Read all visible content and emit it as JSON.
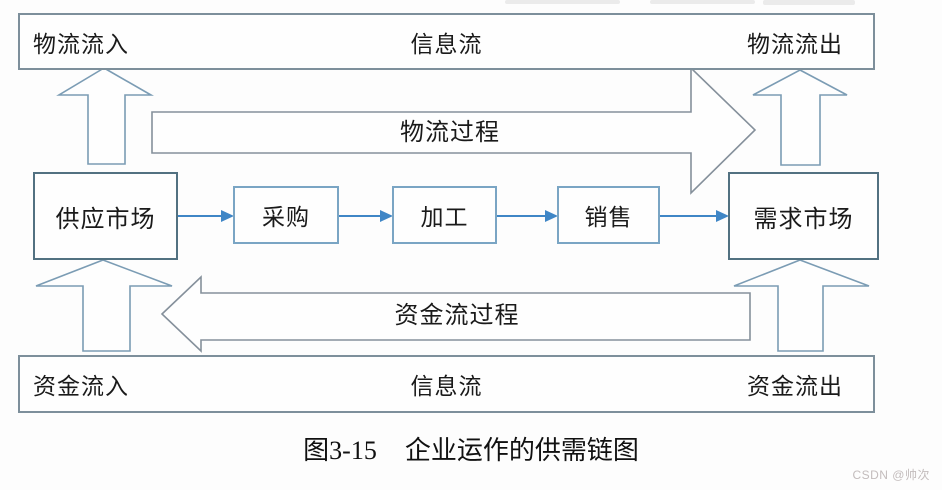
{
  "diagram": {
    "top_bar": {
      "left": "物流流入",
      "center": "信息流",
      "right": "物流流出"
    },
    "bottom_bar": {
      "left": "资金流入",
      "center": "信息流",
      "right": "资金流出"
    },
    "flows": {
      "material_process": "物流过程",
      "capital_process": "资金流过程"
    },
    "nodes": [
      "供应市场",
      "采购",
      "加工",
      "销售",
      "需求市场"
    ],
    "caption": {
      "prefix": "图3-15",
      "title": "企业运作的供需链图"
    },
    "watermark": "CSDN @帅次",
    "colors": {
      "connector_blue": "#3f86c6",
      "step_box_border": "#7aa5c4",
      "market_box_border": "#527181",
      "bar_border": "#7d8f9b",
      "hollow_arrow_outline": "#85909b",
      "up_arrow_outline": "#7b9cb4",
      "watermark_gray": "#c3bcbc",
      "text_black": "#1a1a1a"
    }
  }
}
